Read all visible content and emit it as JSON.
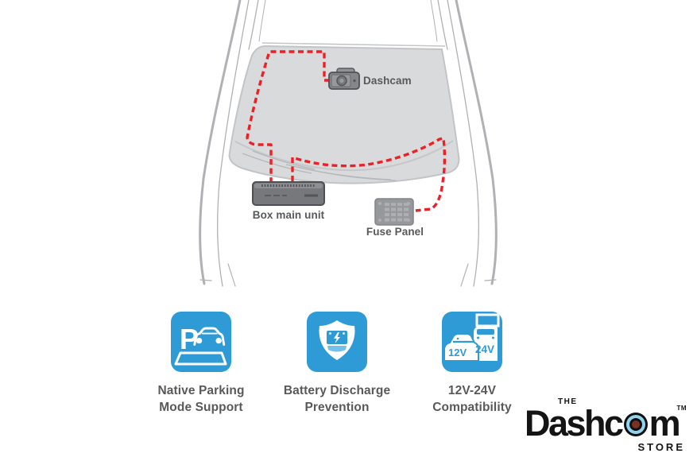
{
  "diagram": {
    "dashcam_label": "Dashcam",
    "box_label": "Box main unit",
    "fuse_label": "Fuse Panel",
    "wire_color": "#EC2027"
  },
  "features": [
    {
      "icon": "parking-icon",
      "line1": "Native Parking",
      "line2": "Mode Support"
    },
    {
      "icon": "shield-battery-icon",
      "line1": "Battery Discharge",
      "line2": "Prevention"
    },
    {
      "icon": "car-truck-voltage-icon",
      "line1": "12V-24V",
      "line2": "Compatibility",
      "car_badge": "12V",
      "truck_badge": "24V"
    }
  ],
  "logo": {
    "the": "THE",
    "name_prefix": "Dashc",
    "name_suffix": "m",
    "tm": "TM",
    "store": "STORE"
  },
  "colors": {
    "icon_blue": "#2E9BD6",
    "icon_blue_light": "#74C0E8",
    "text_gray": "#58595B",
    "car_outline_gray": "#B0B1B4",
    "windshield_fill": "#D9DADB",
    "wire_red": "#EC2027",
    "lens_ring_blue": "#92D3EE",
    "lens_center_maroon": "#7A3122"
  }
}
